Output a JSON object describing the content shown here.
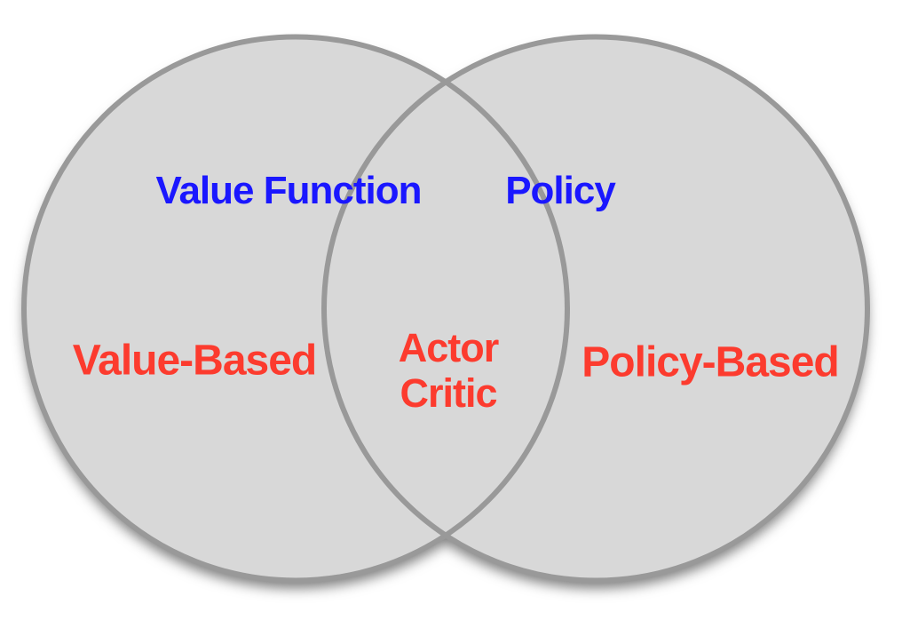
{
  "venn": {
    "left_circle": {
      "top_label": "Value Function",
      "main_label": "Value-Based"
    },
    "right_circle": {
      "top_label": "Policy",
      "main_label": "Policy-Based"
    },
    "intersection": {
      "label_line1": "Actor",
      "label_line2": "Critic"
    },
    "colors": {
      "top_label_color": "#1a17ff",
      "main_label_color": "#fc3b2e",
      "circle_fill": "#d8d8d8",
      "circle_stroke": "#999999"
    }
  }
}
